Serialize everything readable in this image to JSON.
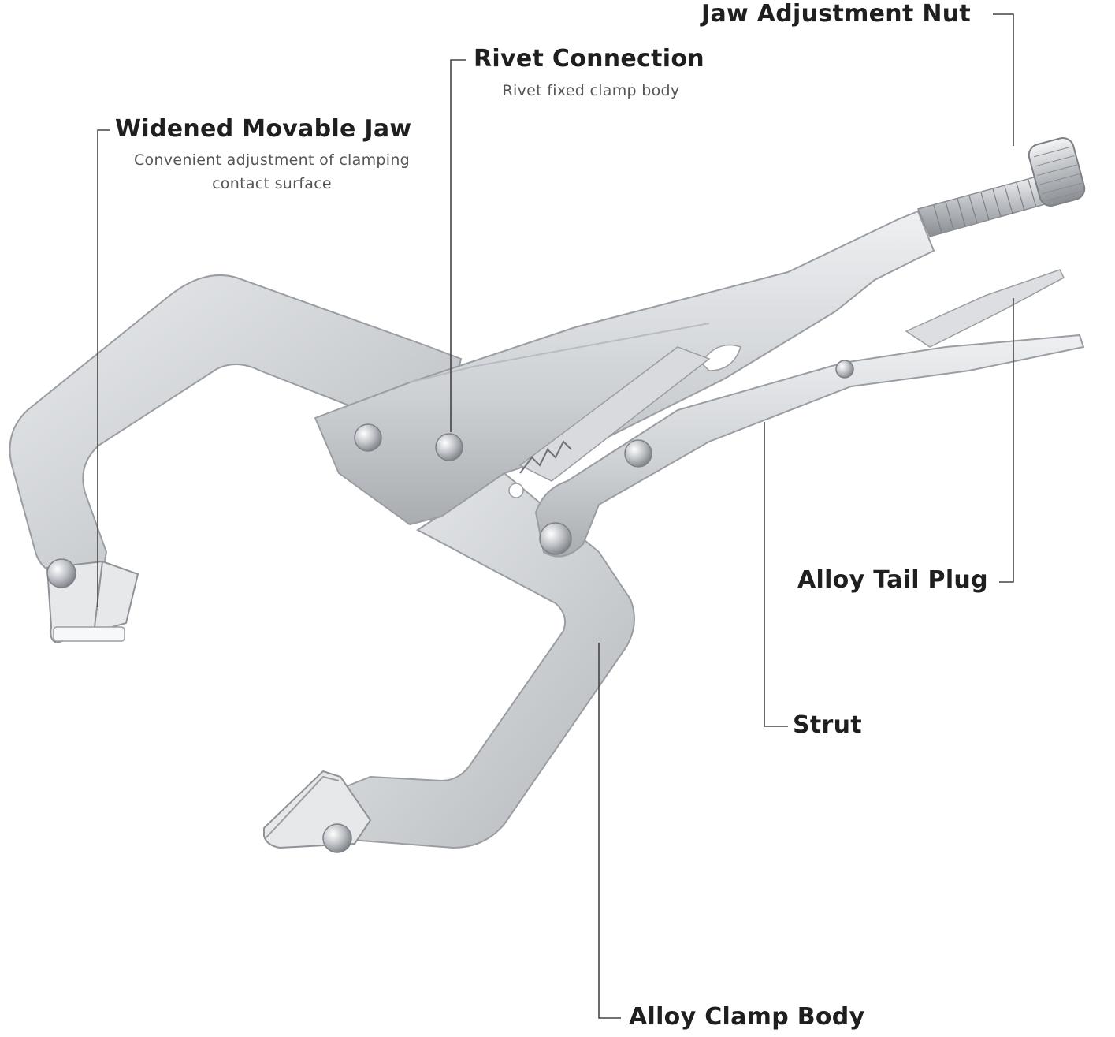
{
  "callouts": {
    "jaw_adjustment_nut": {
      "title": "Jaw Adjustment Nut"
    },
    "rivet_connection": {
      "title": "Rivet Connection",
      "desc": "Rivet fixed clamp body"
    },
    "widened_movable_jaw": {
      "title": "Widened Movable Jaw",
      "desc_line1": "Convenient adjustment of clamping",
      "desc_line2": "contact surface"
    },
    "alloy_tail_plug": {
      "title": "Alloy Tail Plug"
    },
    "strut": {
      "title": "Strut"
    },
    "alloy_clamp_body": {
      "title": "Alloy Clamp Body"
    }
  },
  "colors": {
    "metal": "#cfd1d4",
    "metal_dark": "#9a9da2",
    "metal_light": "#eceef0",
    "leader": "#444444"
  }
}
